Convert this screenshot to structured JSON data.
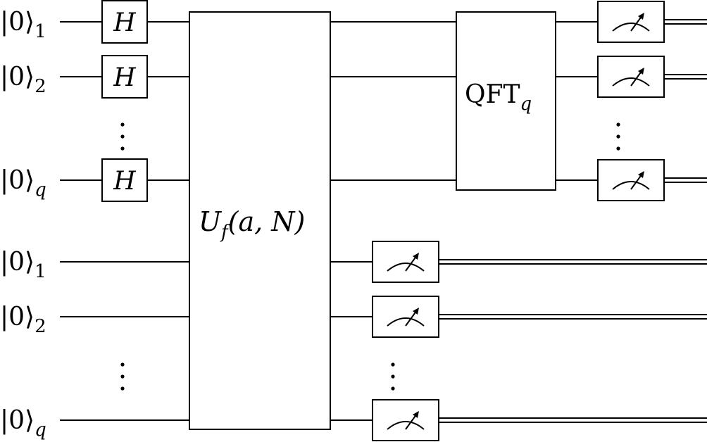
{
  "registers": {
    "top": [
      {
        "ket": "|0⟩",
        "sub": "1"
      },
      {
        "ket": "|0⟩",
        "sub": "2"
      },
      {
        "ket": "|0⟩",
        "sub": "q"
      }
    ],
    "bottom": [
      {
        "ket": "|0⟩",
        "sub": "1"
      },
      {
        "ket": "|0⟩",
        "sub": "2"
      },
      {
        "ket": "|0⟩",
        "sub": "q"
      }
    ]
  },
  "gates": {
    "hadamard_label": "H",
    "oracle": {
      "main": "U",
      "sub": "f",
      "args": "(a, N)"
    },
    "qft": {
      "main": "QFT",
      "sub": "q"
    }
  }
}
